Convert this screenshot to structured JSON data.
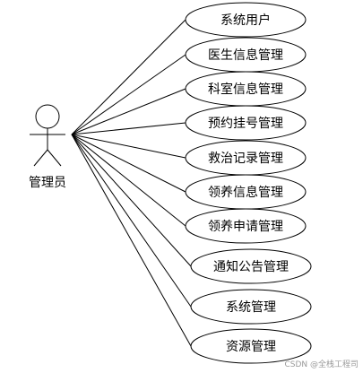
{
  "actor": {
    "name": "管理员"
  },
  "use_cases": [
    "系统用户",
    "医生信息管理",
    "科室信息管理",
    "预约挂号管理",
    "救治记录管理",
    "领养信息管理",
    "领养申请管理",
    "通知公告管理",
    "系统管理",
    "资源管理"
  ],
  "watermark": "CSDN @全栈工程司",
  "colors": {
    "stroke": "#000000",
    "background": "#ffffff",
    "watermark": "#9a9a9a"
  }
}
